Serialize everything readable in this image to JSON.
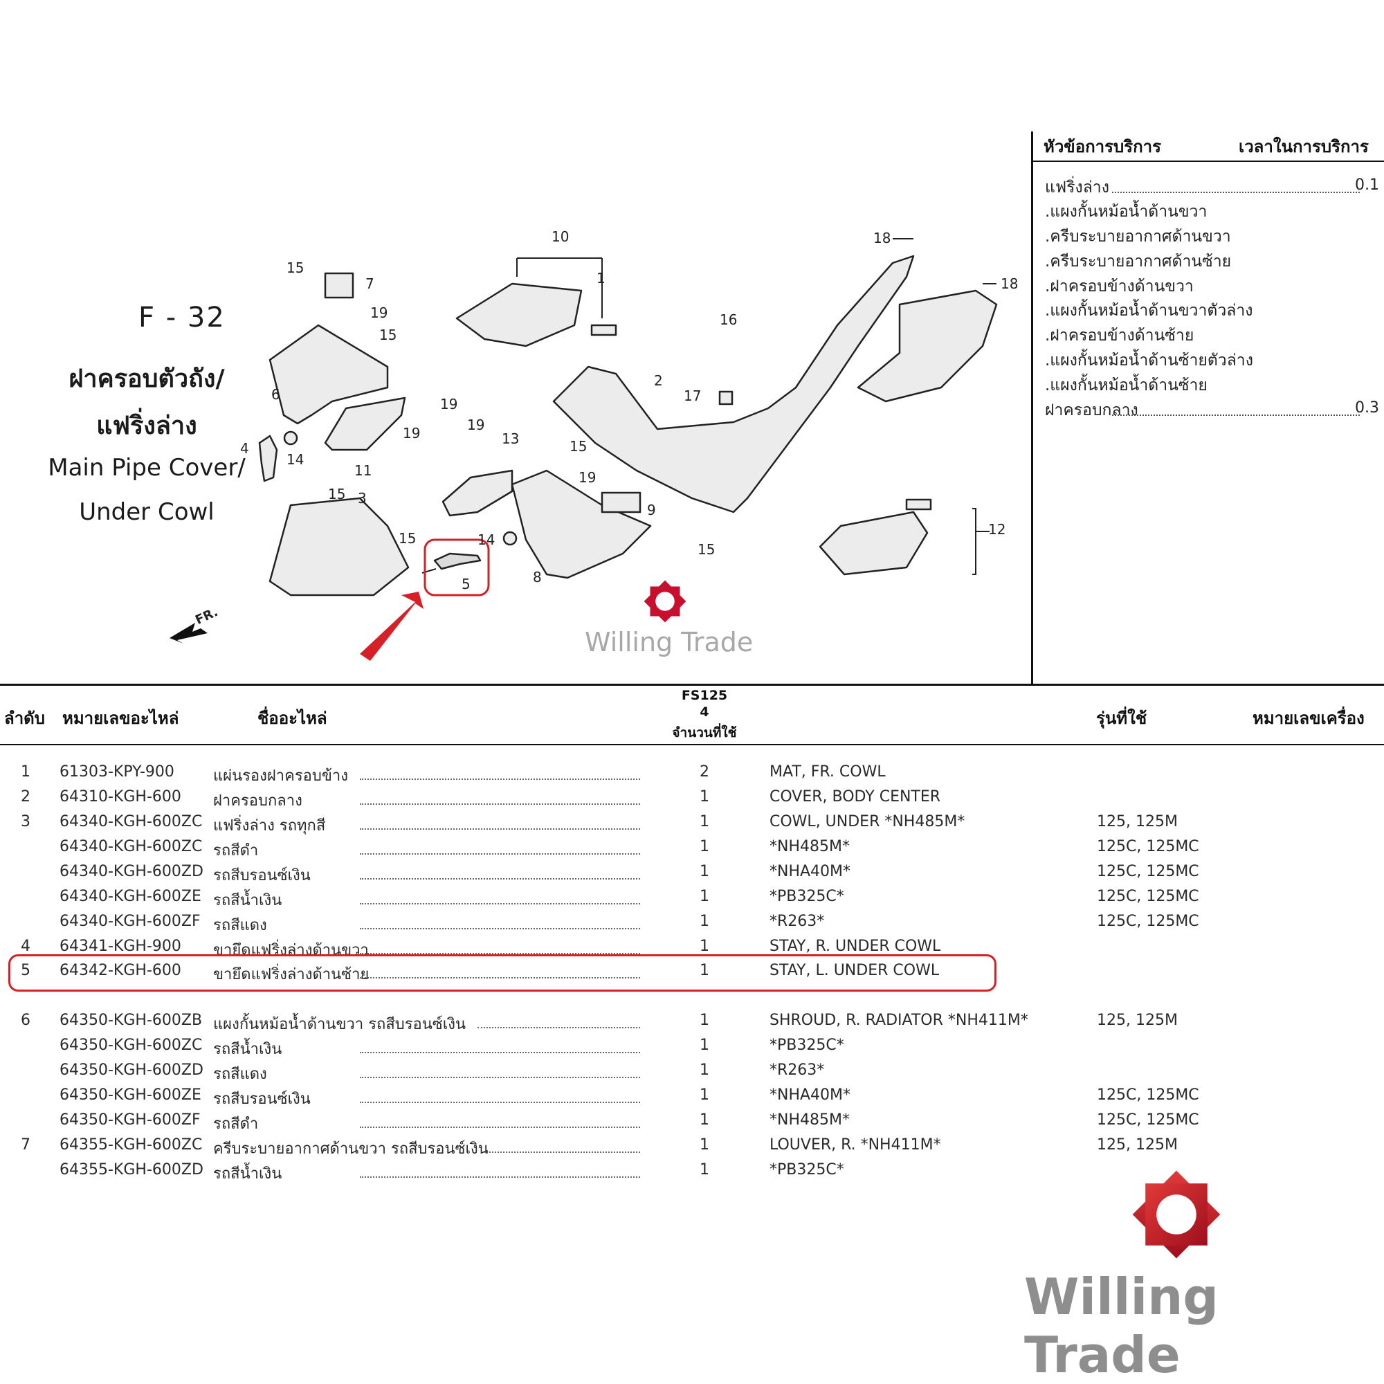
{
  "figure": {
    "code": "F - 32",
    "title_th": [
      "ฝาครอบตัวถัง/",
      "แฟริ่งล่าง"
    ],
    "title_en": [
      "Main Pipe Cover/",
      "Under Cowl"
    ],
    "front_label": "FR."
  },
  "callouts": [
    "1",
    "2",
    "3",
    "4",
    "5",
    "6",
    "7",
    "8",
    "9",
    "10",
    "11",
    "12",
    "13",
    "14",
    "15",
    "16",
    "17",
    "18",
    "19"
  ],
  "service": {
    "head_item": "หัวข้อการบริการ",
    "head_time": "เวลาในการบริการ",
    "items": [
      {
        "text": "แฟริ่งล่าง",
        "time": "0.1"
      },
      {
        "text": ".แผงกั้นหม้อน้ำด้านขวา",
        "time": ""
      },
      {
        "text": ".ครีบระบายอากาศด้านขวา",
        "time": ""
      },
      {
        "text": ".ครีบระบายอากาศด้านซ้าย",
        "time": ""
      },
      {
        "text": ".ฝาครอบข้างด้านขวา",
        "time": ""
      },
      {
        "text": ".แผงกั้นหม้อน้ำด้านขวาตัวล่าง",
        "time": ""
      },
      {
        "text": ".ฝาครอบข้างด้านซ้าย",
        "time": ""
      },
      {
        "text": ".แผงกั้นหม้อน้ำด้านซ้ายตัวล่าง",
        "time": ""
      },
      {
        "text": ".แผงกั้นหม้อน้ำด้านซ้าย",
        "time": ""
      },
      {
        "text": "ฝาครอบกลาง",
        "time": "0.3"
      }
    ]
  },
  "table": {
    "headers": {
      "no": "ลำดับ",
      "part_no": "หมายเลขอะไหล่",
      "name": "ชื่ออะไหล่",
      "model": "FS125",
      "model_sub": "4",
      "qty": "จำนวนที่ใช้",
      "usage": "รุ่นที่ใช้",
      "engine": "หมายเลขเครื่อง"
    },
    "rows": [
      {
        "no": "1",
        "part": "61303-KPY-900",
        "name": "แผ่นรองฝาครอบข้าง",
        "qty": "2",
        "desc": "MAT, FR. COWL",
        "usage": ""
      },
      {
        "no": "2",
        "part": "64310-KGH-600",
        "name": "ฝาครอบกลาง",
        "qty": "1",
        "desc": "COVER, BODY CENTER",
        "usage": ""
      },
      {
        "no": "3",
        "part": "64340-KGH-600ZC",
        "name": "แฟริ่งล่าง รถทุกสี",
        "qty": "1",
        "desc": "COWL, UNDER *NH485M*",
        "usage": "125, 125M"
      },
      {
        "no": "",
        "part": "64340-KGH-600ZC",
        "name": "รถสีดำ",
        "qty": "1",
        "desc": "*NH485M*",
        "usage": "125C, 125MC"
      },
      {
        "no": "",
        "part": "64340-KGH-600ZD",
        "name": "รถสีบรอนซ์เงิน",
        "qty": "1",
        "desc": "*NHA40M*",
        "usage": "125C, 125MC"
      },
      {
        "no": "",
        "part": "64340-KGH-600ZE",
        "name": "รถสีน้ำเงิน",
        "qty": "1",
        "desc": "*PB325C*",
        "usage": "125C, 125MC"
      },
      {
        "no": "",
        "part": "64340-KGH-600ZF",
        "name": "รถสีแดง",
        "qty": "1",
        "desc": "*R263*",
        "usage": "125C, 125MC"
      },
      {
        "no": "4",
        "part": "64341-KGH-900",
        "name": "ขายึดแฟริ่งล่างด้านขวา",
        "qty": "1",
        "desc": "STAY, R. UNDER COWL",
        "usage": ""
      },
      {
        "no": "5",
        "part": "64342-KGH-600",
        "name": "ขายึดแฟริ่งล่างด้านซ้าย",
        "qty": "1",
        "desc": "STAY, L. UNDER COWL",
        "usage": ""
      },
      {
        "no": "6",
        "part": "64350-KGH-600ZB",
        "name": "แผงกั้นหม้อน้ำด้านขวา รถสีบรอนซ์เงิน",
        "qty": "1",
        "desc": "SHROUD, R. RADIATOR *NH411M*",
        "usage": "125, 125M"
      },
      {
        "no": "",
        "part": "64350-KGH-600ZC",
        "name": "รถสีน้ำเงิน",
        "qty": "1",
        "desc": "*PB325C*",
        "usage": ""
      },
      {
        "no": "",
        "part": "64350-KGH-600ZD",
        "name": "รถสีแดง",
        "qty": "1",
        "desc": "*R263*",
        "usage": ""
      },
      {
        "no": "",
        "part": "64350-KGH-600ZE",
        "name": "รถสีบรอนซ์เงิน",
        "qty": "1",
        "desc": "*NHA40M*",
        "usage": "125C, 125MC"
      },
      {
        "no": "",
        "part": "64350-KGH-600ZF",
        "name": "รถสีดำ",
        "qty": "1",
        "desc": "*NH485M*",
        "usage": "125C, 125MC"
      },
      {
        "no": "7",
        "part": "64355-KGH-600ZC",
        "name": "ครีบระบายอากาศด้านขวา รถสีบรอนซ์เงิน",
        "qty": "1",
        "desc": "LOUVER, R. *NH411M*",
        "usage": "125, 125M"
      },
      {
        "no": "",
        "part": "64355-KGH-600ZD",
        "name": "รถสีน้ำเงิน",
        "qty": "1",
        "desc": "*PB325C*",
        "usage": ""
      }
    ]
  },
  "watermark": {
    "text": "Willing Trade"
  },
  "colors": {
    "highlight": "#d61f26",
    "logo_red": "#c8102e",
    "watermark_gray": "#8e8e8e"
  }
}
